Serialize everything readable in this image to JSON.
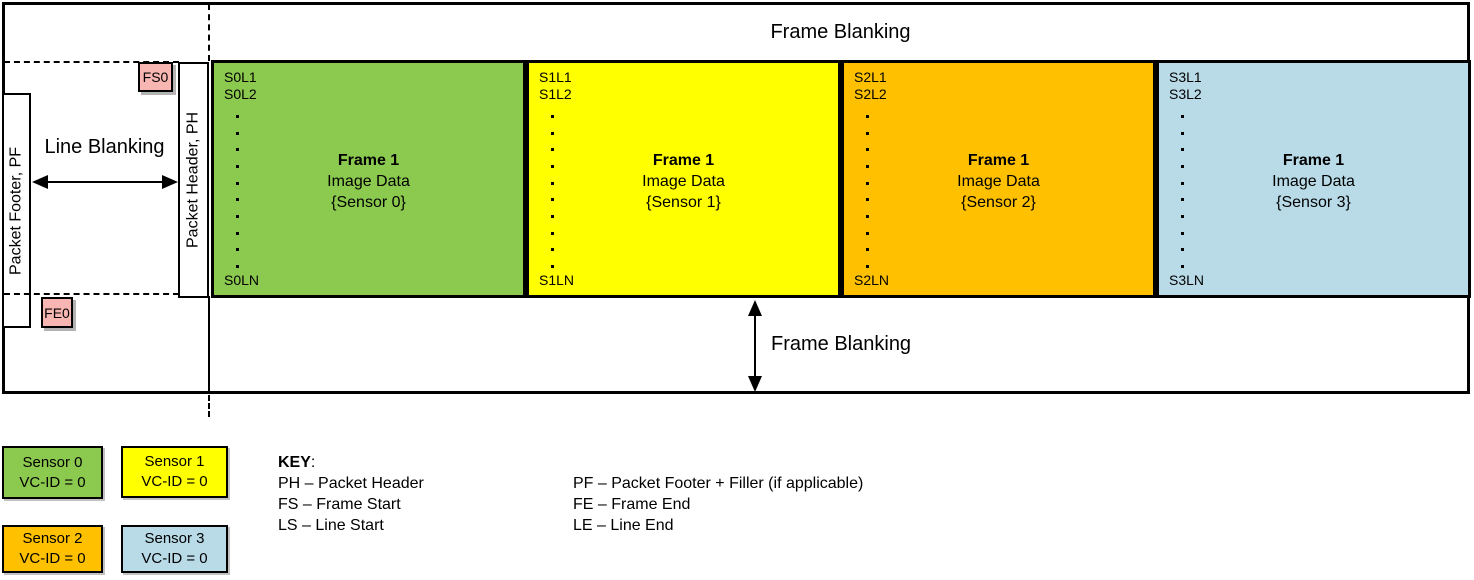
{
  "diagram": {
    "frame_blanking_top": "Frame Blanking",
    "frame_blanking_bottom": "Frame Blanking",
    "line_blanking": "Line Blanking",
    "packet_footer_label": "Packet Footer, PF",
    "packet_header_label": "Packet Header, PH",
    "frame_start_tag": "FS0",
    "frame_end_tag": "FE0",
    "dots_per_frame": 10,
    "frames": [
      {
        "name": "sensor-0",
        "color": "#8CC94F",
        "first_line": "S0L1",
        "second_line": "S0L2",
        "last_line": "S0LN",
        "title": "Frame 1",
        "subtitle": "Image Data",
        "sensor": "{Sensor 0}"
      },
      {
        "name": "sensor-1",
        "color": "#FFFF00",
        "first_line": "S1L1",
        "second_line": "S1L2",
        "last_line": "S1LN",
        "title": "Frame 1",
        "subtitle": "Image Data",
        "sensor": "{Sensor 1}"
      },
      {
        "name": "sensor-2",
        "color": "#FFC000",
        "first_line": "S2L1",
        "second_line": "S2L2",
        "last_line": "S2LN",
        "title": "Frame 1",
        "subtitle": "Image Data",
        "sensor": "{Sensor 2}"
      },
      {
        "name": "sensor-3",
        "color": "#B9DBE8",
        "first_line": "S3L1",
        "second_line": "S3L2",
        "last_line": "S3LN",
        "title": "Frame 1",
        "subtitle": "Image Data",
        "sensor": "{Sensor 3}"
      }
    ]
  },
  "legend": {
    "items": [
      {
        "label": "Sensor 0",
        "vc_id": "VC-ID = 0",
        "color": "#8CC94F"
      },
      {
        "label": "Sensor 1",
        "vc_id": "VC-ID = 0",
        "color": "#FFFF00"
      },
      {
        "label": "Sensor 2",
        "vc_id": "VC-ID = 0",
        "color": "#FFC000"
      },
      {
        "label": "Sensor 3",
        "vc_id": "VC-ID = 0",
        "color": "#B9DBE8"
      }
    ]
  },
  "key": {
    "title": "KEY",
    "colon": ":",
    "left_column": [
      "PH – Packet Header",
      "FS – Frame Start",
      "LS – Line Start"
    ],
    "right_column": [
      "PF – Packet Footer + Filler (if applicable)",
      "FE – Frame End",
      "LE – Line End"
    ]
  },
  "colors": {
    "marker_pink": "#F8B6B2",
    "border_black": "#000000",
    "shadow_gray": "#B3B3B3"
  }
}
